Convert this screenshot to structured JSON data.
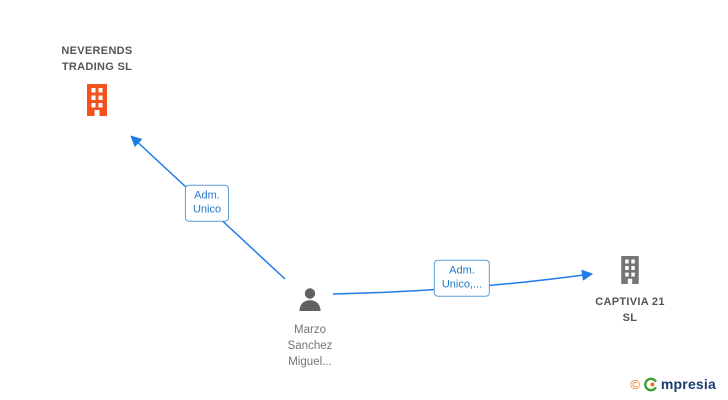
{
  "diagram": {
    "companies": [
      {
        "line1": "NEVERENDS",
        "line2": "TRADING  SL"
      },
      {
        "line1": "CAPTIVIA 21",
        "line2": "SL"
      }
    ],
    "person": {
      "line1": "Marzo",
      "line2": "Sanchez",
      "line3": "Miguel..."
    },
    "edges": [
      {
        "line1": "Adm.",
        "line2": "Unico"
      },
      {
        "line1": "Adm.",
        "line2": "Unico,..."
      }
    ],
    "colors": {
      "arrow": "#1E7BE8",
      "edge_label_border": "#5B9BD5",
      "edge_label_text": "#2176C7",
      "company_text": "#555555",
      "person_text": "#757575",
      "building_primary": "#F4511E",
      "building_secondary": "#757575",
      "person_icon": "#616161",
      "brand_navy": "#1A3B6E",
      "brand_green": "#3E9B35",
      "brand_orange": "#E8720C"
    }
  },
  "footer": {
    "copyright": "©",
    "brand_rest": "mpresia"
  }
}
